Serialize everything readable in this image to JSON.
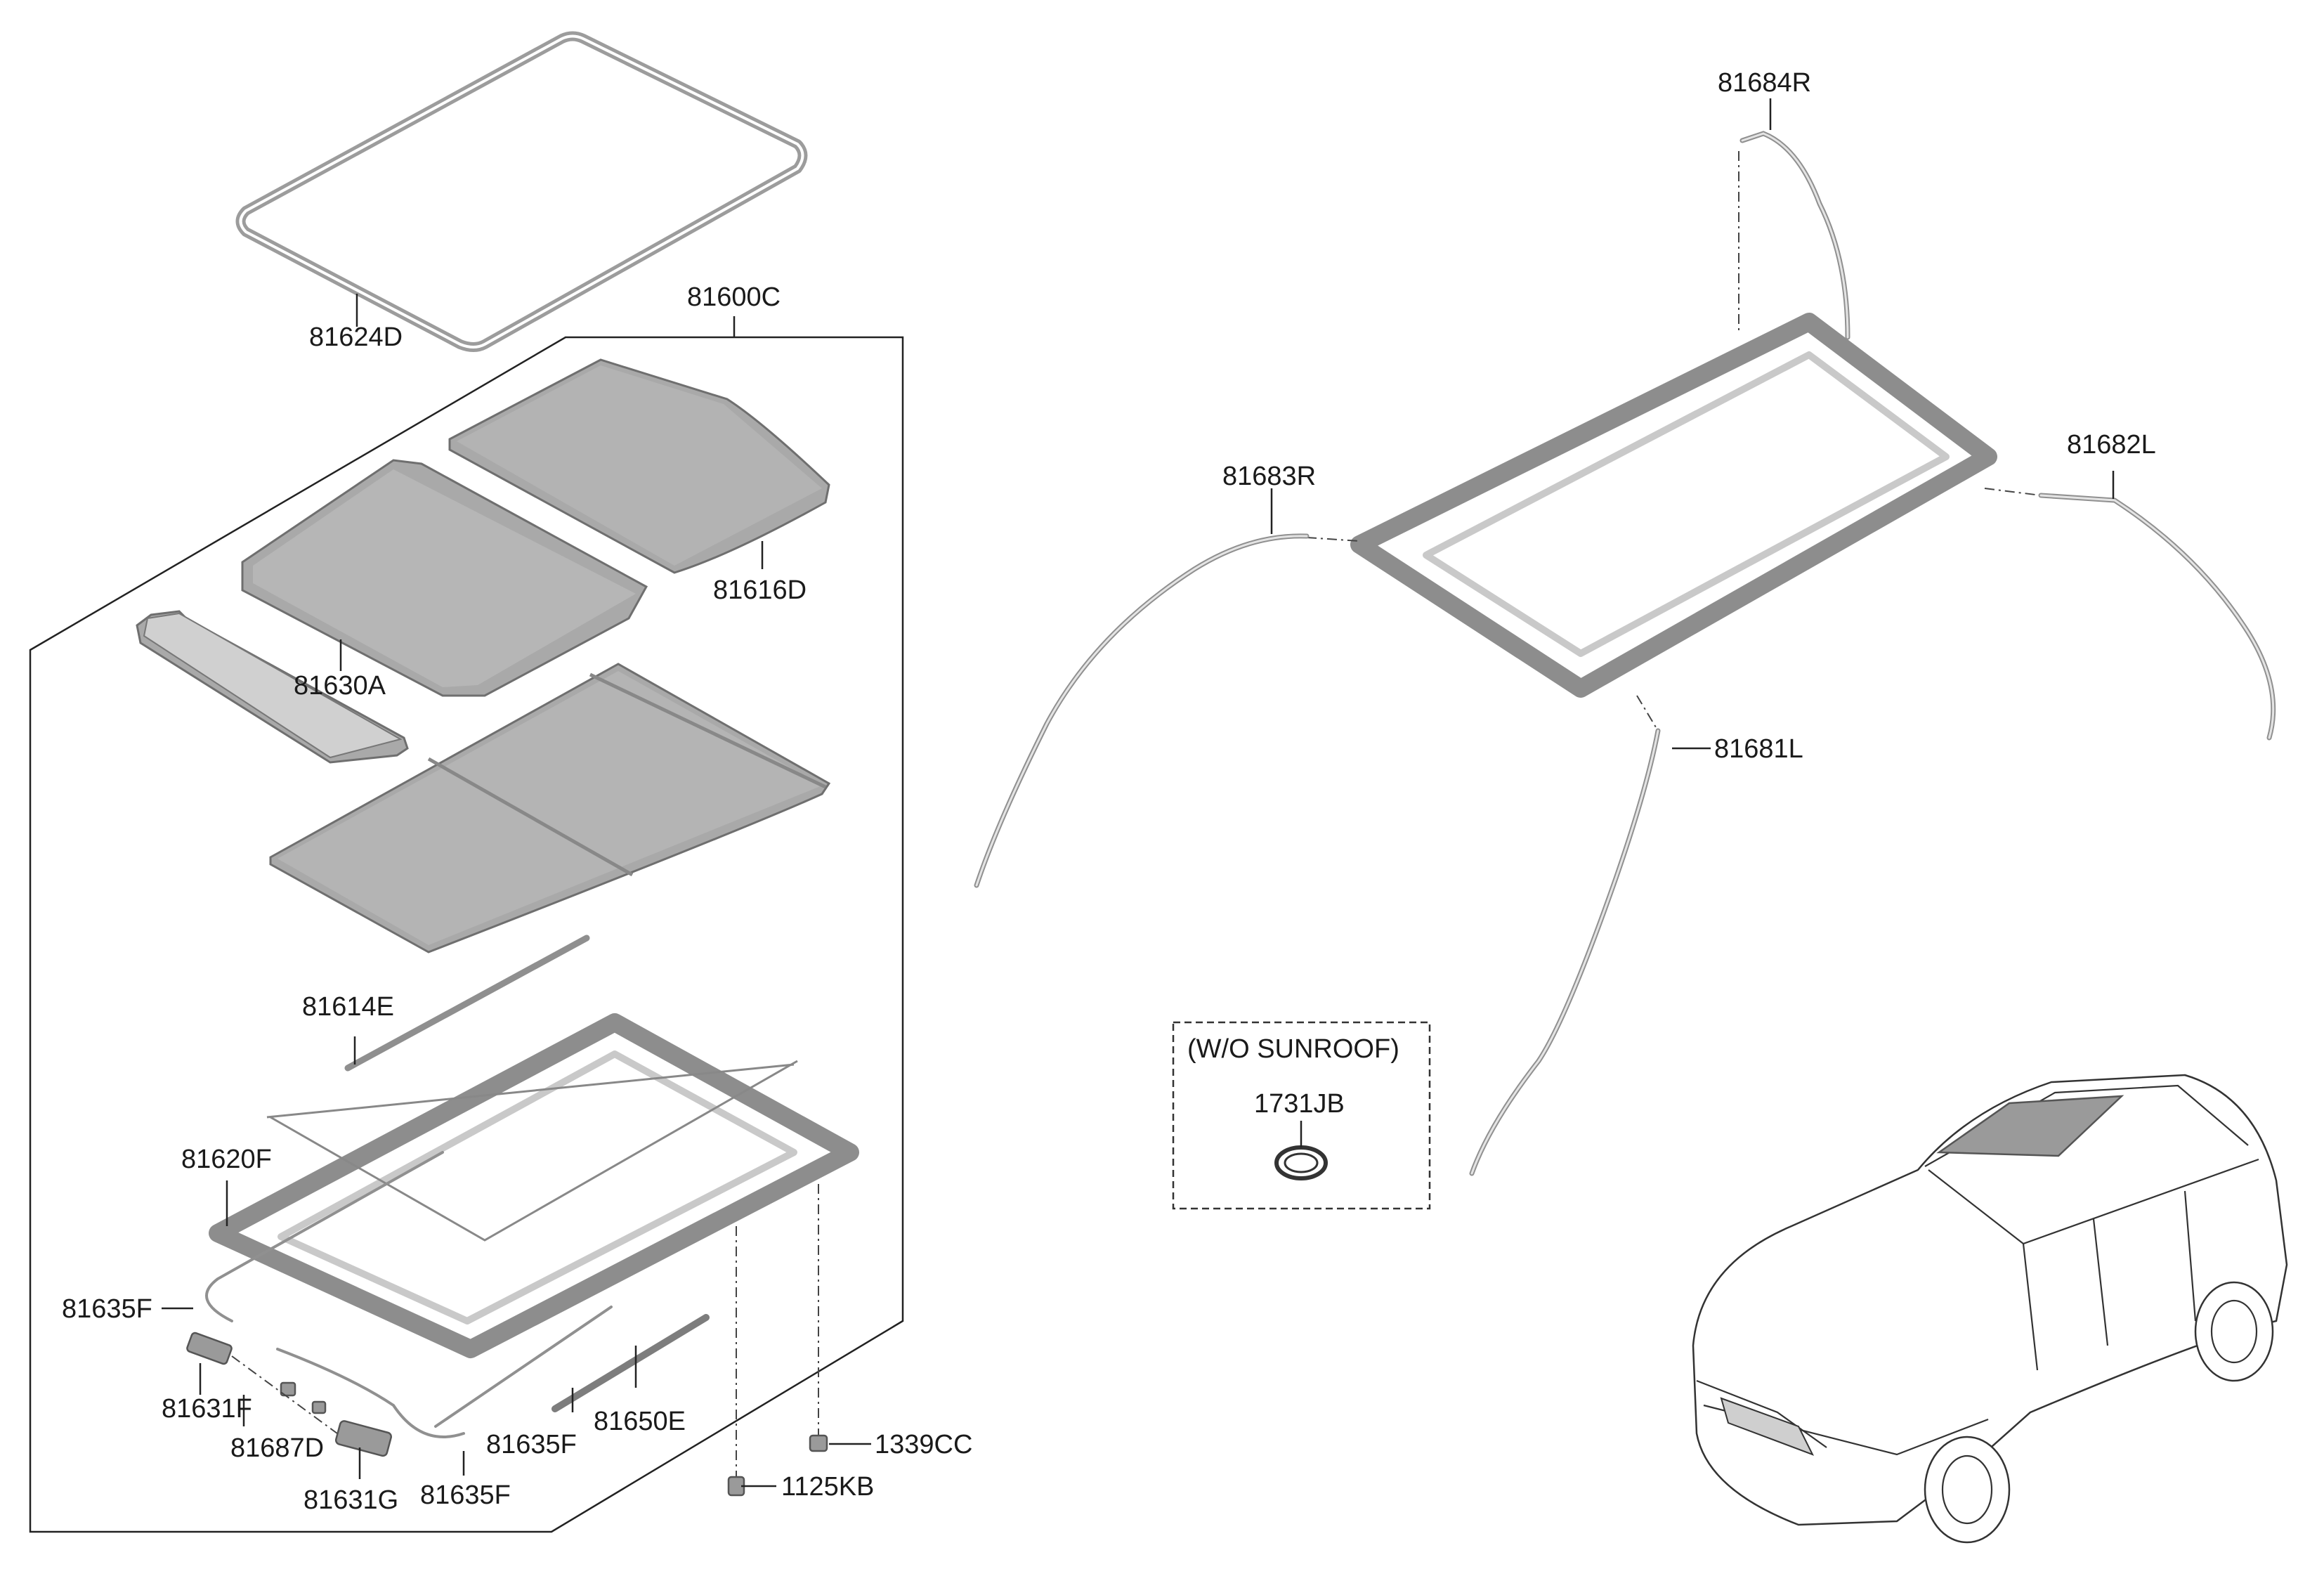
{
  "labels": {
    "p81624D": "81624D",
    "p81600C": "81600C",
    "p81616D": "81616D",
    "p81630A": "81630A",
    "p81614E": "81614E",
    "p81620F": "81620F",
    "p81635F_a": "81635F",
    "p81631F": "81631F",
    "p81687D": "81687D",
    "p81631G": "81631G",
    "p81635F_b": "81635F",
    "p81635F_c": "81635F",
    "p81650E": "81650E",
    "p1339CC": "1339CC",
    "p1125KB": "1125KB",
    "p81684R": "81684R",
    "p81683R": "81683R",
    "p81682L": "81682L",
    "p81681L": "81681L",
    "wo_sunroof": "(W/O SUNROOF)",
    "p1731JB": "1731JB"
  },
  "icons": {
    "glass": "sunroof-glass-icon",
    "frame": "sunroof-frame-icon",
    "hose": "drain-hose-icon",
    "vehicle": "suv-vehicle-icon",
    "grommet": "grommet-icon"
  }
}
